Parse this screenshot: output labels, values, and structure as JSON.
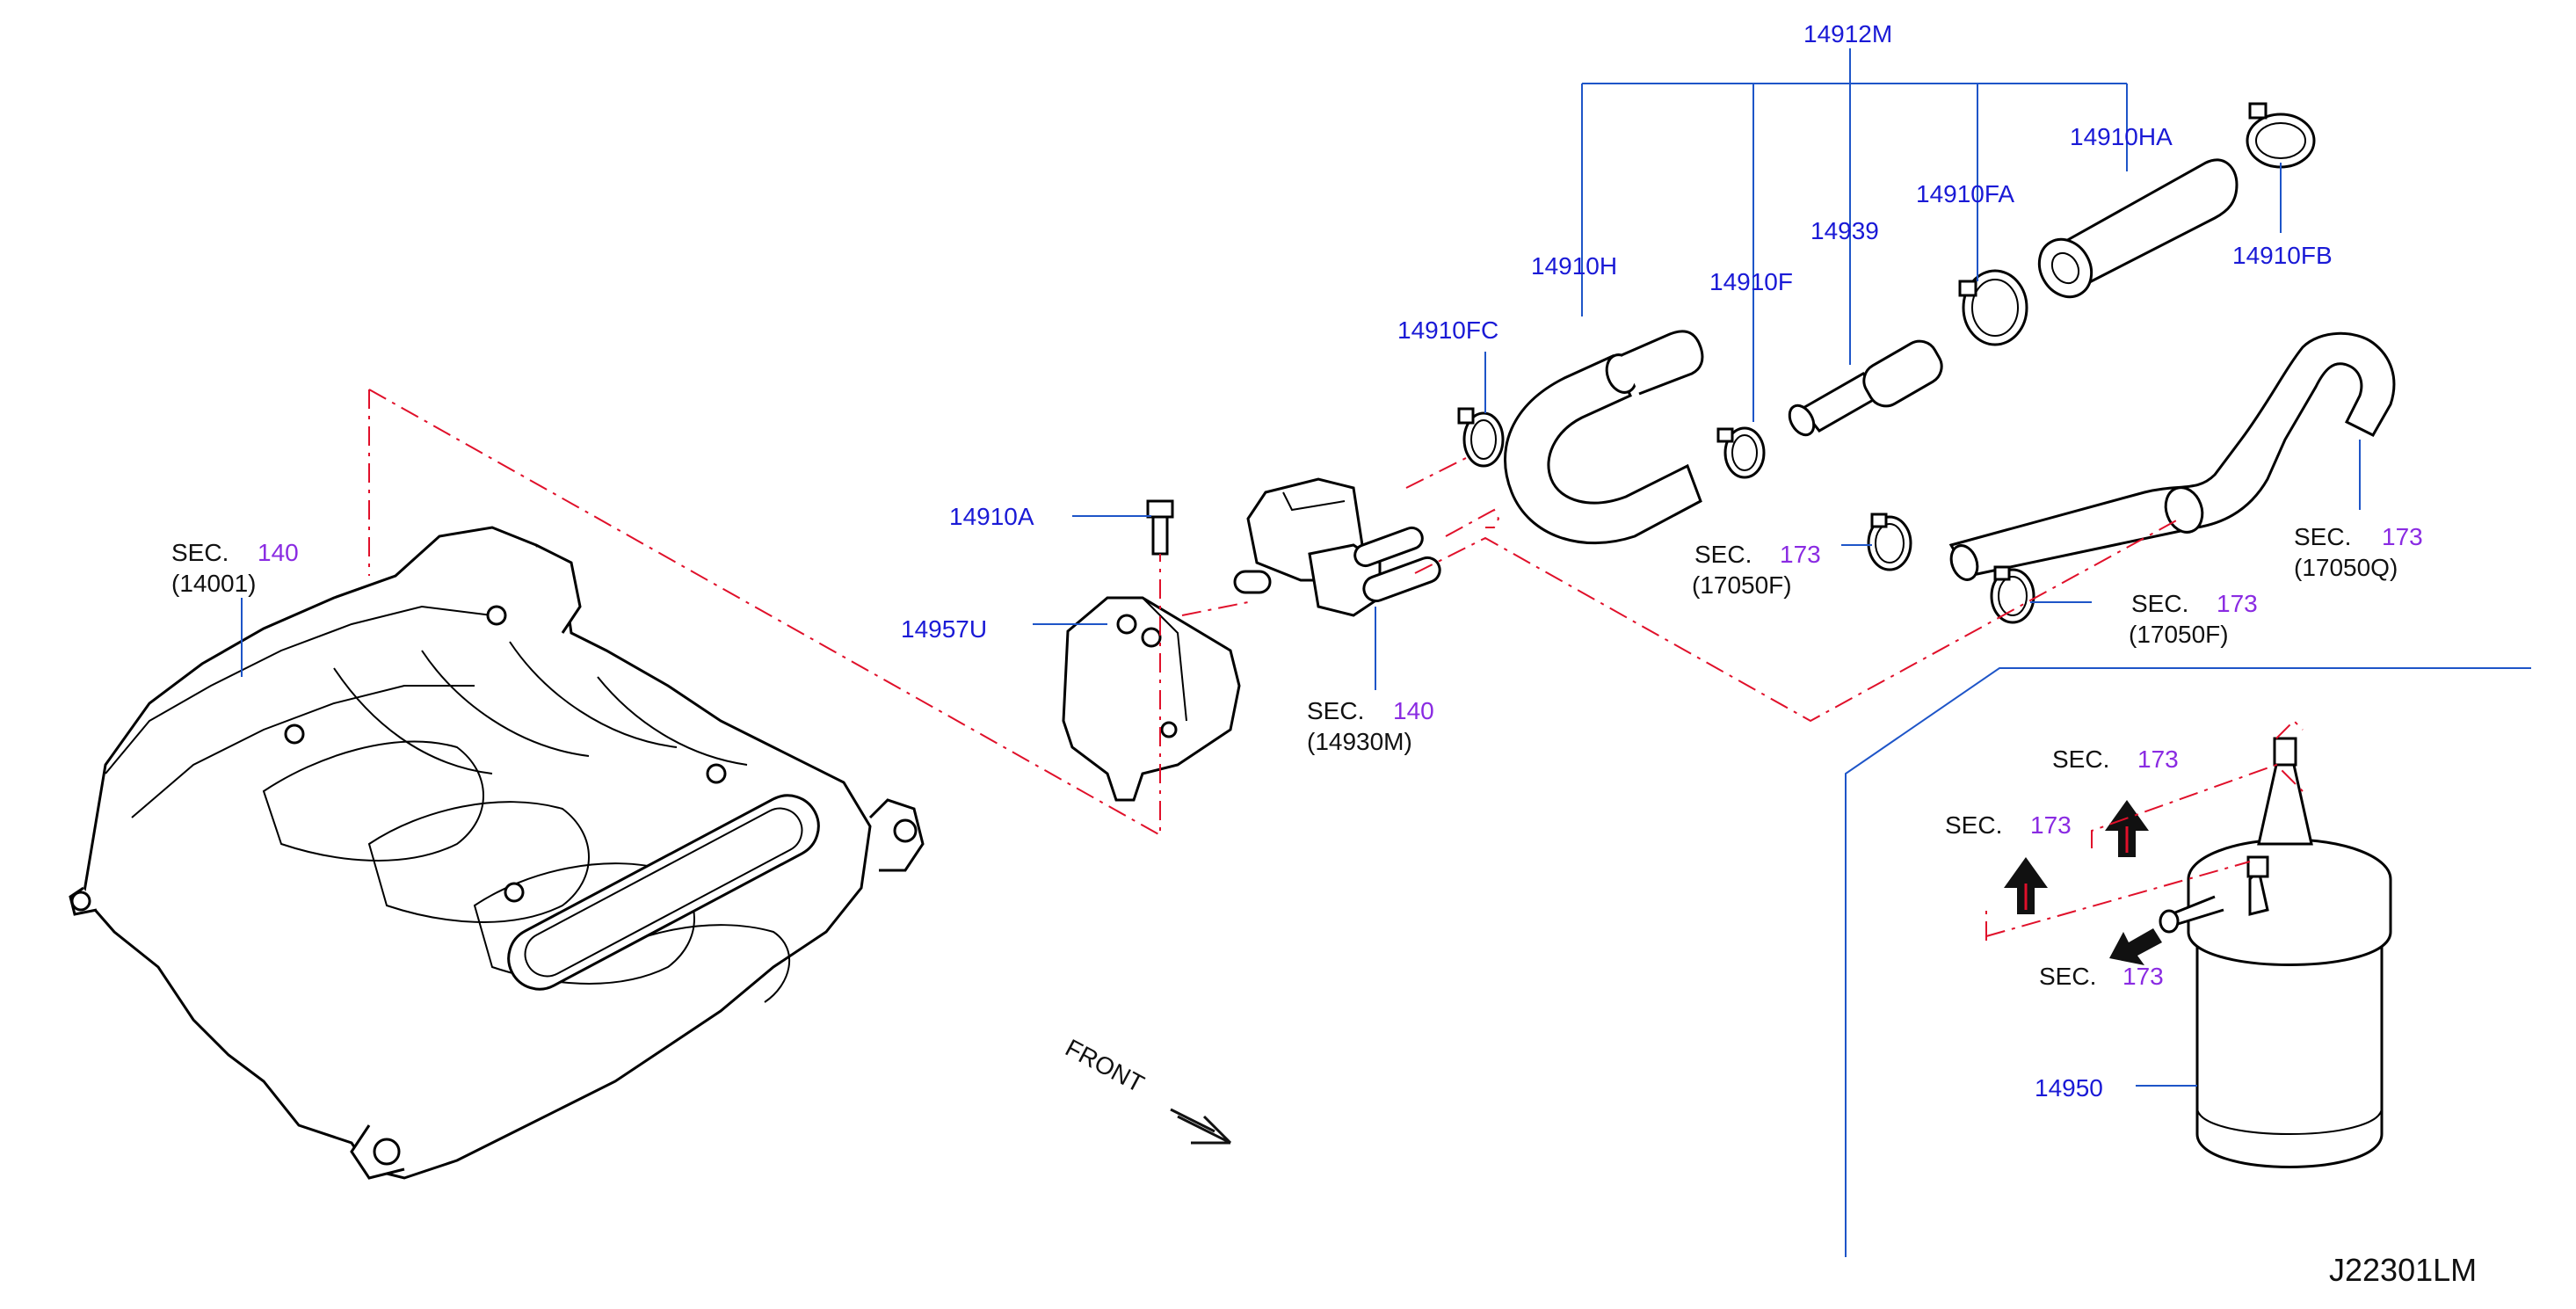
{
  "diagram_id": "J22301LM",
  "front_label": "FRONT",
  "part_numbers": {
    "p14912M": "14912M",
    "p14910HA": "14910HA",
    "p14910FA": "14910FA",
    "p14910FB": "14910FB",
    "p14939": "14939",
    "p14910H": "14910H",
    "p14910F": "14910F",
    "p14910FC": "14910FC",
    "p14910A": "14910A",
    "p14957U": "14957U",
    "p14950": "14950"
  },
  "section_refs": {
    "manifold": {
      "sec": "SEC.",
      "num": "140",
      "code": "(14001)"
    },
    "valve": {
      "sec": "SEC.",
      "num": "140",
      "code": "(14930M)"
    },
    "clamp_left": {
      "sec": "SEC.",
      "num": "173",
      "code": "(17050F)"
    },
    "clamp_right": {
      "sec": "SEC.",
      "num": "173",
      "code": "(17050F)"
    },
    "hose_right": {
      "sec": "SEC.",
      "num": "173",
      "code": "(17050Q)"
    },
    "canister_up": {
      "sec": "SEC.",
      "num": "173"
    },
    "canister_left": {
      "sec": "SEC.",
      "num": "173"
    },
    "canister_down": {
      "sec": "SEC.",
      "num": "173"
    }
  }
}
